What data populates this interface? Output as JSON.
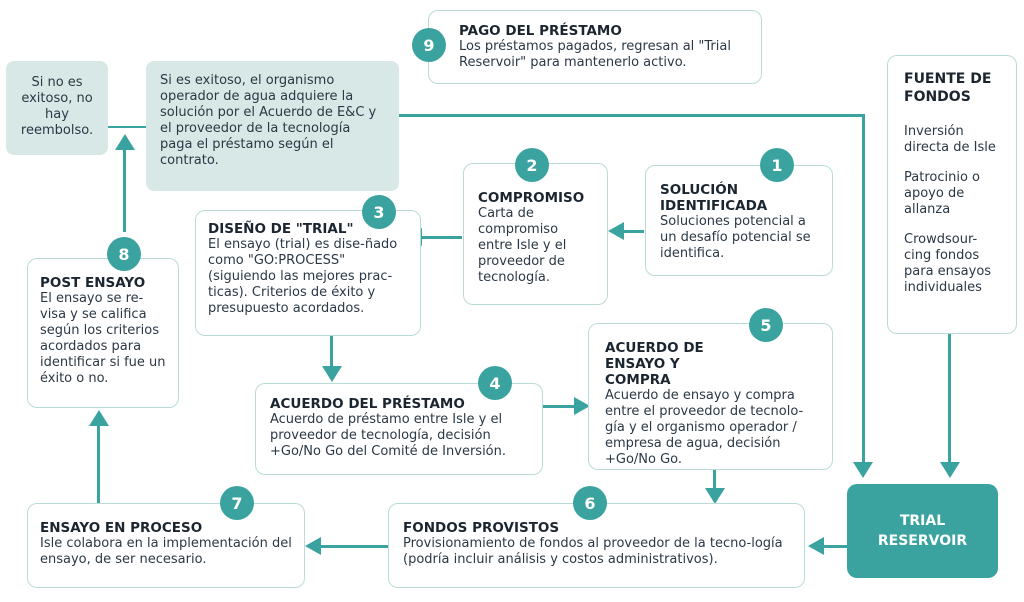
{
  "colors": {
    "accent": "#3aa39f",
    "border": "#b9dcd9",
    "shade": "#d8e8e6"
  },
  "steps": {
    "s1": {
      "num": "1",
      "title": "SOLUCIÓN IDENTIFICADA",
      "body": "Soluciones potencial a un desafío potencial se identifica."
    },
    "s2": {
      "num": "2",
      "title": "COMPROMISO",
      "body": "Carta de compromiso entre Isle y el proveedor de tecnología."
    },
    "s3": {
      "num": "3",
      "title": "DISEÑO DE \"TRIAL\"",
      "body": "El ensayo (trial) es dise-ñado como \"GO:PROCESS\" (siguiendo las mejores prac-ticas). Criterios de éxito y presupuesto acordados."
    },
    "s4": {
      "num": "4",
      "title": "ACUERDO DEL PRÉSTAMO",
      "body": "Acuerdo de préstamo entre Isle y el proveedor de tecnología, decisión +Go/No Go del Comité de Inversión."
    },
    "s5": {
      "num": "5",
      "title": "ACUERDO DE ENSAYO Y COMPRA",
      "body": "Acuerdo de ensayo y compra entre el proveedor de tecnolo-gía y el organismo operador / empresa de agua, decisión +Go/No Go."
    },
    "s6": {
      "num": "6",
      "title": "FONDOS PROVISTOS",
      "body": "Provisionamiento de fondos al proveedor de la tecno-logía (podría incluir análisis y costos administrativos)."
    },
    "s7": {
      "num": "7",
      "title": "ENSAYO EN PROCESO",
      "body": "Isle colabora en la implementación del ensayo, de ser necesario."
    },
    "s8": {
      "num": "8",
      "title": "POST ENSAYO",
      "body": "El ensayo se re-visa y se califica según los criterios acordados para identificar si fue un éxito o no."
    },
    "s9": {
      "num": "9",
      "title": "PAGO DEL PRÉSTAMO",
      "body": "Los préstamos pagados, regresan al \"Trial Reservoir\" para mantenerlo activo."
    }
  },
  "outcomes": {
    "fail": "Si no es exitoso, no hay reembolso.",
    "success": "Si es exitoso, el organismo operador de agua adquiere la solución por el Acuerdo de E&C y el proveedor de la tecnología paga el préstamo según el contrato."
  },
  "funding": {
    "title": "FUENTE DE FONDOS",
    "items": [
      "Inversión directa de Isle",
      "Patrocinio o apoyo de allanza",
      "Crowdsour-cing fondos para ensayos individuales"
    ]
  },
  "reservoir": {
    "line1": "TRIAL",
    "line2": "RESERVOIR"
  }
}
